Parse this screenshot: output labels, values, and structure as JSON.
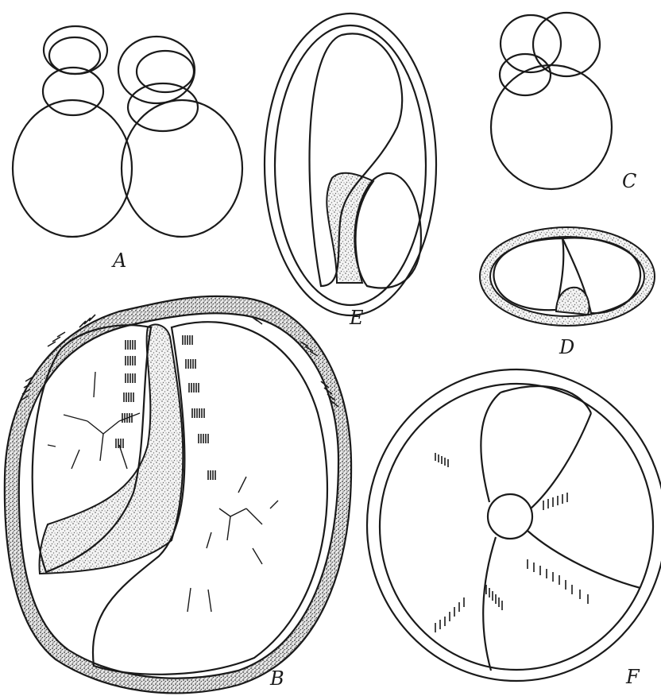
{
  "figure": {
    "labels": {
      "a": "A",
      "b": "B",
      "c": "C",
      "d": "D",
      "e": "E",
      "f": "F"
    }
  }
}
